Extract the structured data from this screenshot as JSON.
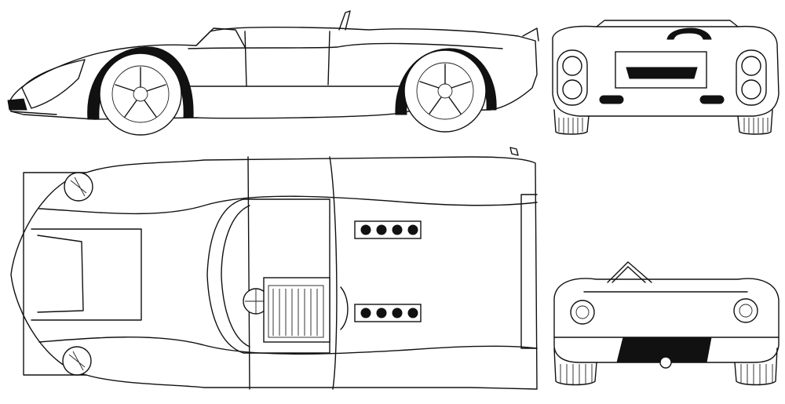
{
  "drawing": {
    "views": [
      "side-view",
      "front-view",
      "top-view",
      "rear-view"
    ]
  }
}
